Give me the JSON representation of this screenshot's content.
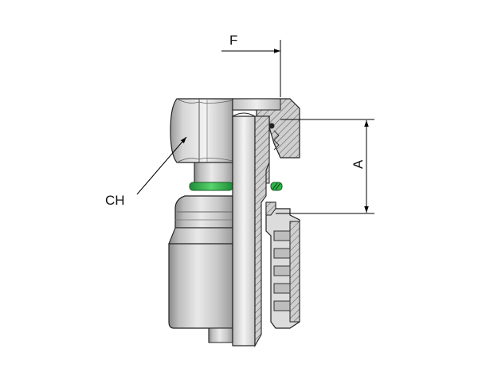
{
  "labels": {
    "f": "F",
    "a": "A",
    "ch": "CH"
  },
  "colors": {
    "outline": "#222222",
    "metal_light": "#dadada",
    "metal_mid": "#b4b4b4",
    "metal_dark": "#7c7c7c",
    "hatch": "#555555",
    "o_ring": "#2db34a",
    "dimension": "#000000"
  }
}
